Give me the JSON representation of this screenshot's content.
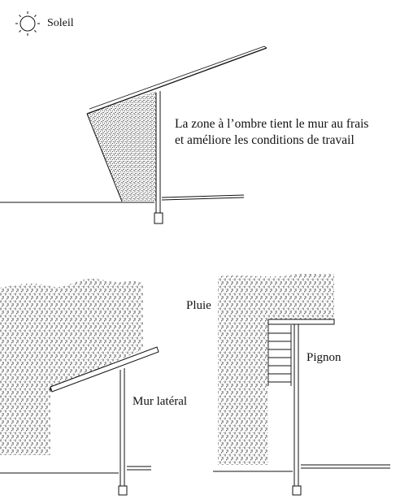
{
  "labels": {
    "sun": "Soleil",
    "shade_caption_line1": "La zone à l’ombre tient le mur au frais",
    "shade_caption_line2": "et améliore les conditions de travail",
    "rain": "Pluie",
    "side_wall": "Mur latéral",
    "gable": "Pignon"
  },
  "colors": {
    "ink": "#111111",
    "stipple": "#1a1a1a",
    "background": "#ffffff"
  },
  "icons": {
    "sun": "sun-icon"
  }
}
